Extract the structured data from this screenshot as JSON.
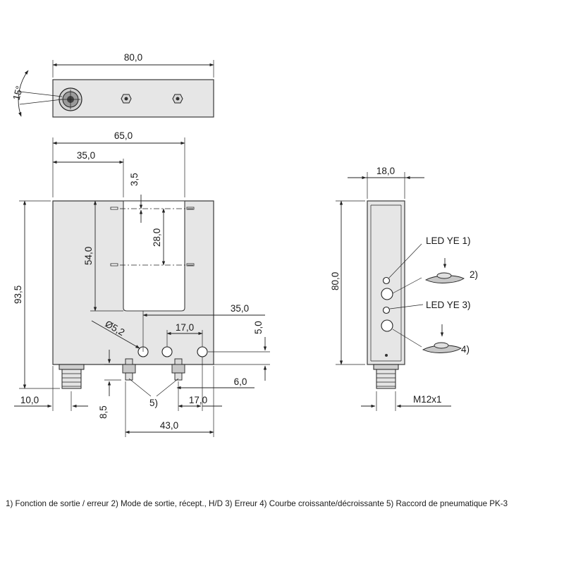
{
  "dimensions": {
    "top_width": "80,0",
    "angle": "15°",
    "width_65": "65,0",
    "width_35": "35,0",
    "offset_3_5": "3,5",
    "height_93_5": "93,5",
    "height_54": "54,0",
    "height_28": "28,0",
    "right_35": "35,0",
    "right_5": "5,0",
    "hole_dia": "Ø5,2",
    "hole_spacing": "17,0",
    "bottom_10": "10,0",
    "bottom_8_5": "8,5",
    "bottom_6": "6,0",
    "bottom_17": "17,0",
    "bottom_43": "43,0",
    "side_width": "18,0",
    "side_height": "80,0",
    "connector": "M12x1"
  },
  "callouts": {
    "c1": "LED YE 1)",
    "c2": "2)",
    "c3": "LED YE 3)",
    "c4": "4)",
    "c5": "5)"
  },
  "caption": "1) Fonction de sortie / erreur  2) Mode de sortie, récept., H/D  3) Erreur  4) Courbe croissante/décroissante  5) Raccord de pneumatique PK-3"
}
